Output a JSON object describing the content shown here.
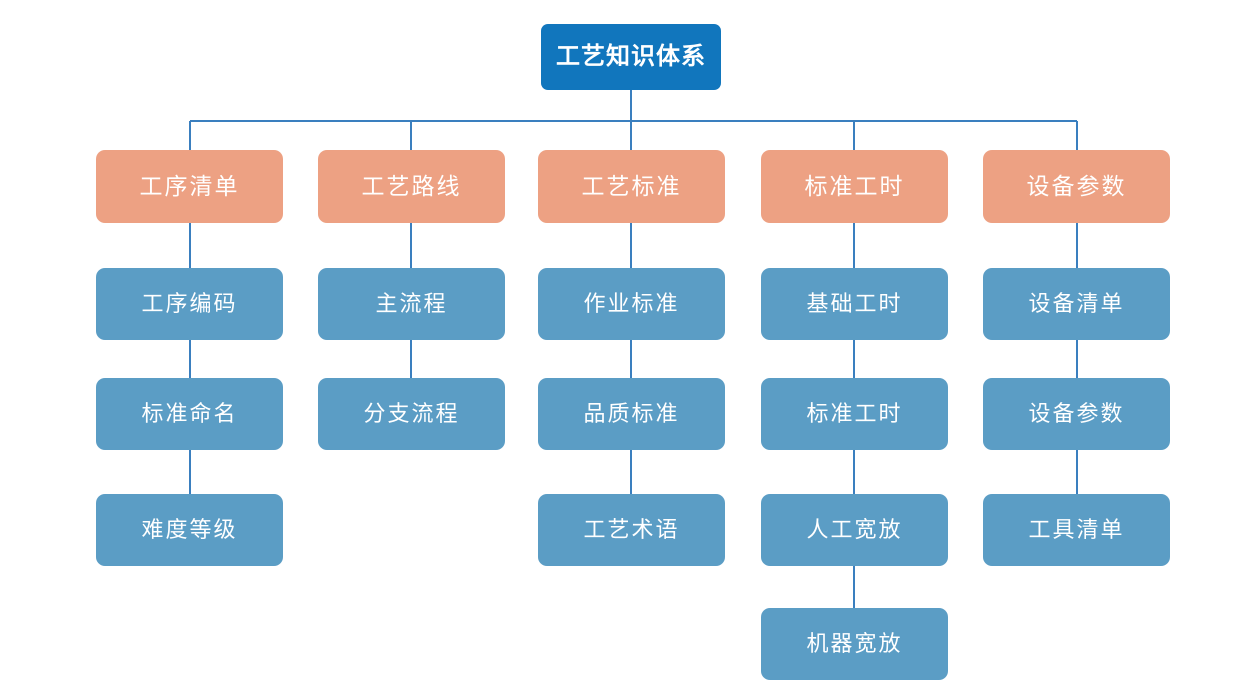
{
  "diagram": {
    "title": "工艺知识体系",
    "type": "organization-tree",
    "colors": {
      "root_fill": "#1176bd",
      "level1_fill": "#eda183",
      "level2_fill": "#5b9dc5",
      "connector": "#3a7fbf",
      "text": "#ffffff",
      "background": "#ffffff"
    },
    "root": {
      "label": "工艺知识体系"
    },
    "branches": [
      {
        "label": "工序清单",
        "children": [
          {
            "label": "工序编码"
          },
          {
            "label": "标准命名"
          },
          {
            "label": "难度等级"
          }
        ]
      },
      {
        "label": "工艺路线",
        "children": [
          {
            "label": "主流程"
          },
          {
            "label": "分支流程"
          }
        ]
      },
      {
        "label": "工艺标准",
        "children": [
          {
            "label": "作业标准"
          },
          {
            "label": "品质标准"
          },
          {
            "label": "工艺术语"
          }
        ]
      },
      {
        "label": "标准工时",
        "children": [
          {
            "label": "基础工时"
          },
          {
            "label": "标准工时"
          },
          {
            "label": "人工宽放"
          },
          {
            "label": "机器宽放"
          }
        ]
      },
      {
        "label": "设备参数",
        "children": [
          {
            "label": "设备清单"
          },
          {
            "label": "设备参数"
          },
          {
            "label": "工具清单"
          }
        ]
      }
    ]
  }
}
